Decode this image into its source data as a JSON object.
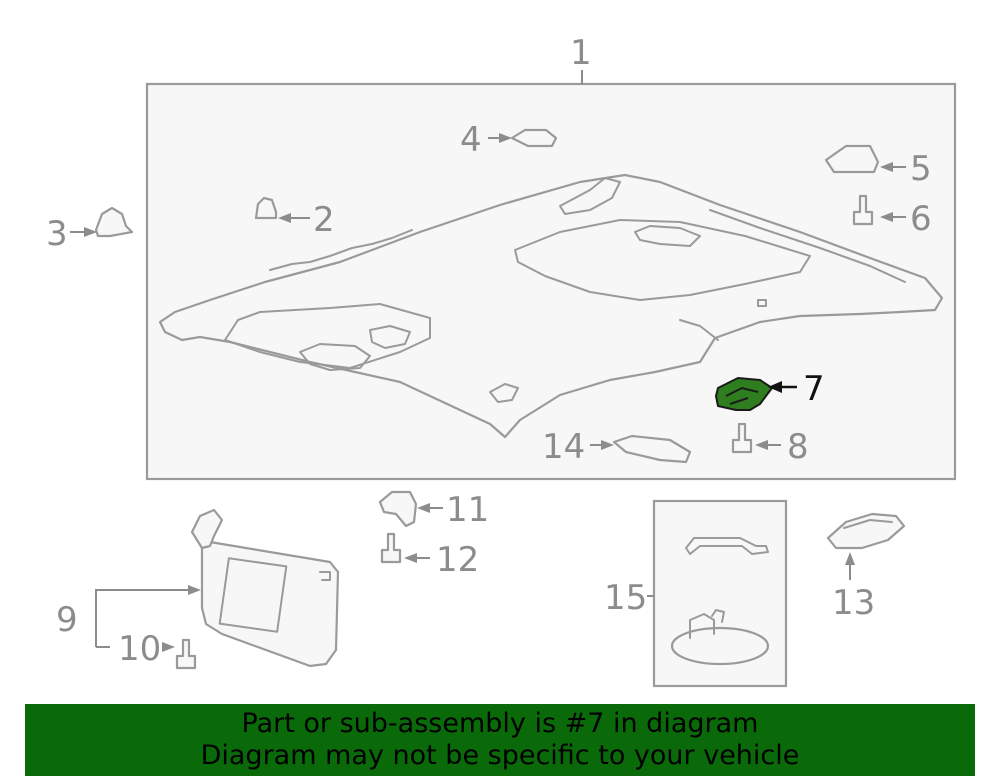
{
  "callouts": {
    "c1": "1",
    "c2": "2",
    "c3": "3",
    "c4": "4",
    "c5": "5",
    "c6": "6",
    "c7": "7",
    "c8": "8",
    "c9": "9",
    "c10": "10",
    "c11": "11",
    "c12": "12",
    "c13": "13",
    "c14": "14",
    "c15": "15"
  },
  "highlight": {
    "part_number": "7",
    "color": "#2e7d1f"
  },
  "banner": {
    "line1": "Part or sub-assembly is #7 in diagram",
    "line2": "Diagram may not be specific to your vehicle",
    "background": "#0a6a0a"
  }
}
